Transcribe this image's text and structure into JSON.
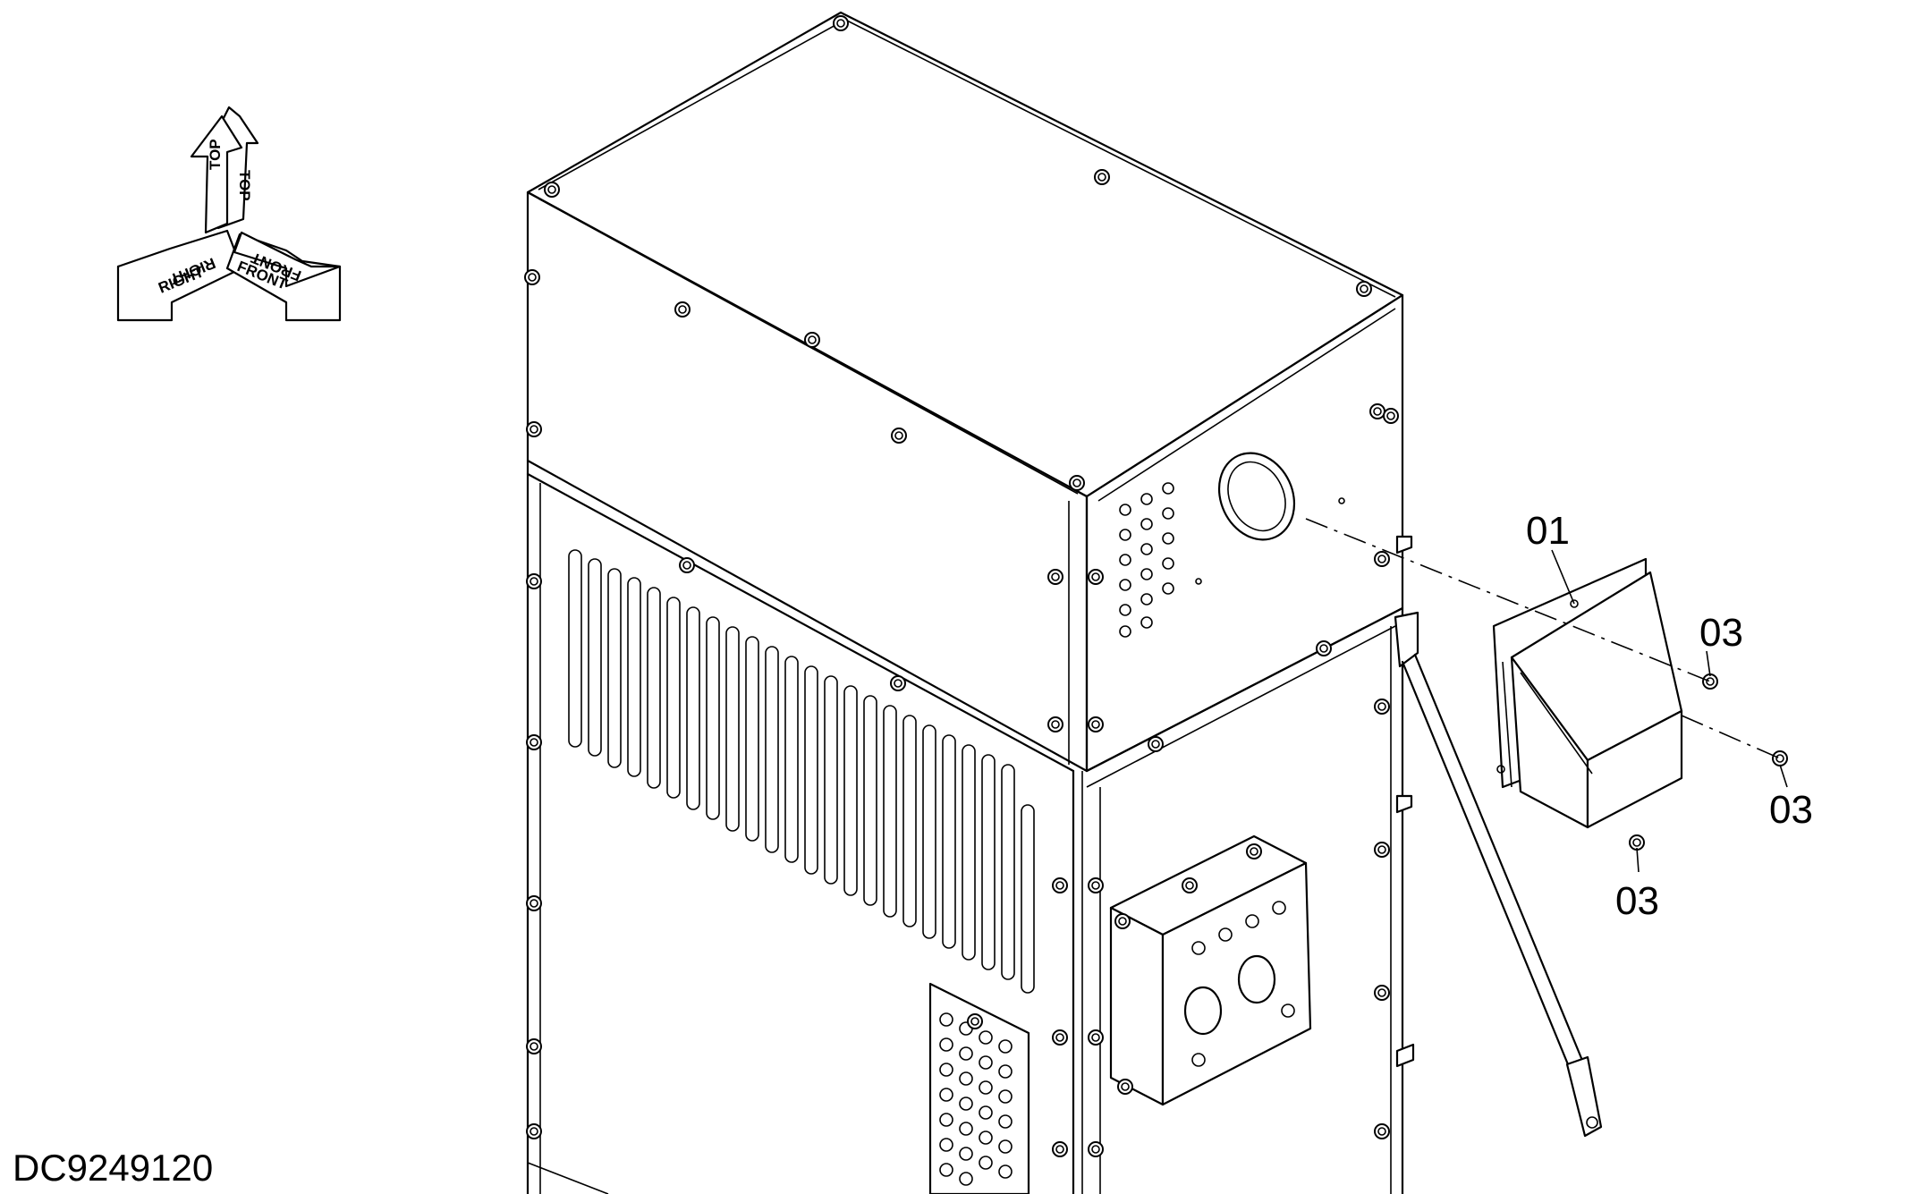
{
  "drawing_id": "DC9249120",
  "orientation_labels": {
    "top": "TOP",
    "right": "RIGHT",
    "front": "FRONT"
  },
  "callouts": {
    "part_01": "01",
    "part_03_a": "03",
    "part_03_b": "03",
    "part_03_c": "03"
  }
}
